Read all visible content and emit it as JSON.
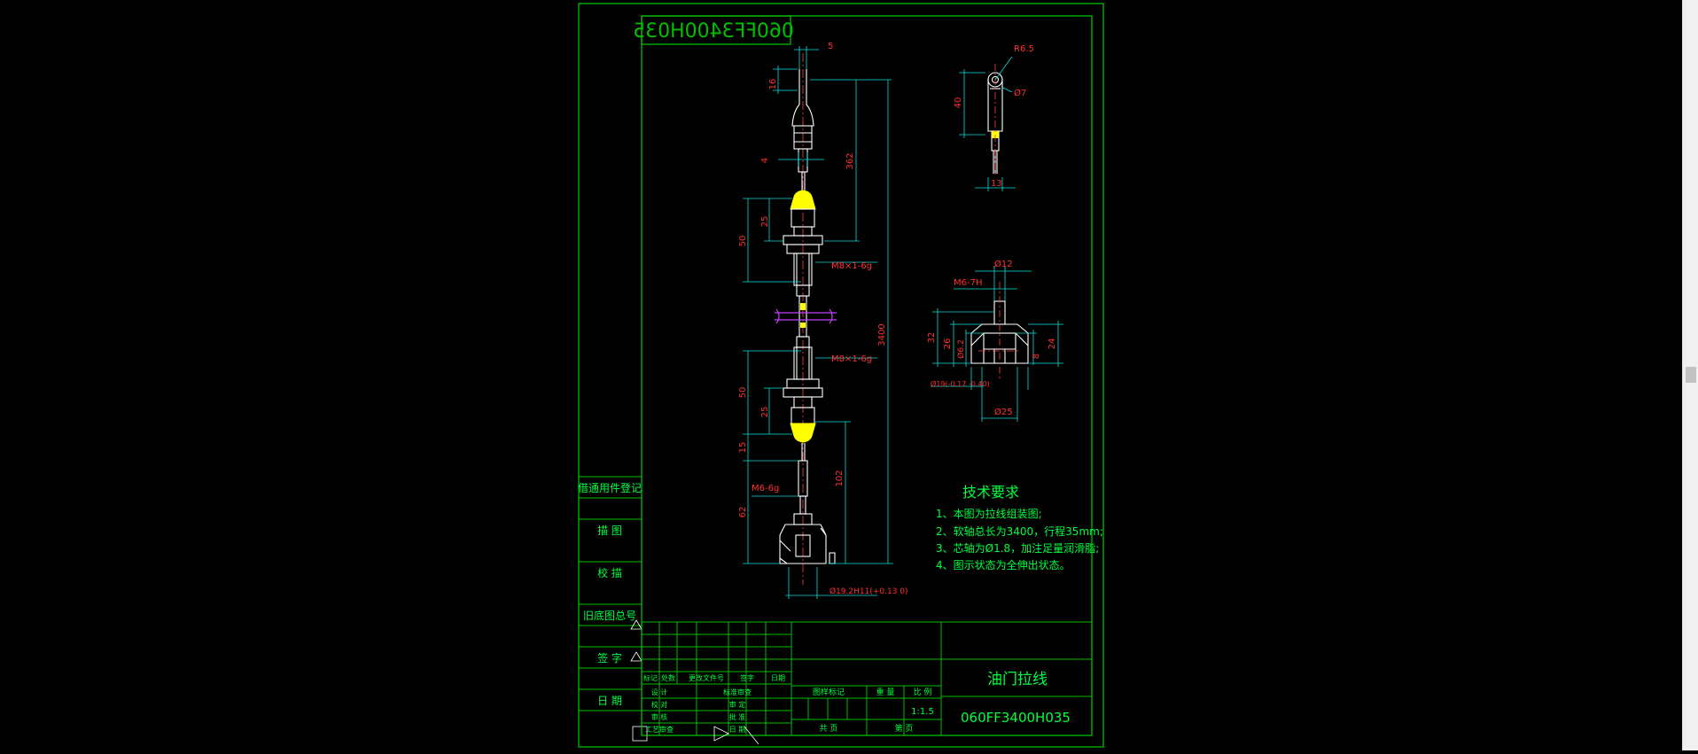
{
  "colors": {
    "background": "#000000",
    "frame": "#00c000",
    "dimension": "#00e0e0",
    "dim_text": "#ff3030",
    "part": "#ffffff",
    "highlight": "#ffff00",
    "note": "#00ff40",
    "centerline": "#ff4040",
    "magenta": "#c040ff"
  },
  "drawing": {
    "mirrored_code": "060FF3400H035",
    "title": "油门拉线",
    "code": "060FF3400H035",
    "scale": "1:1.5"
  },
  "side_stamps": [
    "借通用件登记",
    "描 图",
    "校 描",
    "旧底图总号",
    "签 字",
    "日 期"
  ],
  "dims_main": {
    "d5": "5",
    "d16_top": "16",
    "d4": "4",
    "d362": "362",
    "d25_top": "25",
    "d50_top": "50",
    "thread1": "M8×1-6g",
    "d3400": "3400",
    "thread2": "M8×1-6g",
    "d50_bottom": "50",
    "d25_bottom": "25",
    "d15": "15",
    "thread3": "M6-6g",
    "d102": "102",
    "d62": "62",
    "bore": "Ø19.2H11(+0.13 0)"
  },
  "dims_clevis": {
    "r": "R6.5",
    "hole": "Ø7",
    "h40": "40",
    "w13": "13"
  },
  "dims_cap": {
    "d12": "Ø12",
    "thread": "M6-7H",
    "h32": "32",
    "h26": "26",
    "d6": "Ø6.2",
    "d8": "8",
    "h24": "24",
    "bore": "Ø19(-0.17 -0.40)",
    "d25": "Ø25"
  },
  "notes": {
    "title": "技术要求",
    "items": [
      "1、本图为拉线组装图;",
      "2、软轴总长为3400，行程35mm;",
      "3、芯轴为Ø1.8，加注足量润滑脂;",
      "4、图示状态为全伸出状态。"
    ]
  },
  "title_block": {
    "rev_headers": [
      "标记",
      "处数",
      "更改文件号",
      "签字",
      "日期"
    ],
    "roles": [
      "设 计",
      "校 对",
      "审 核",
      "工艺审查"
    ],
    "roles2": [
      "标准审查",
      "审 定",
      "批 准",
      "日 期"
    ],
    "stage": "图样标记",
    "weight": "重 量",
    "scale_label": "比 例",
    "sheets": "共 页",
    "sheet_no": "第 页"
  }
}
